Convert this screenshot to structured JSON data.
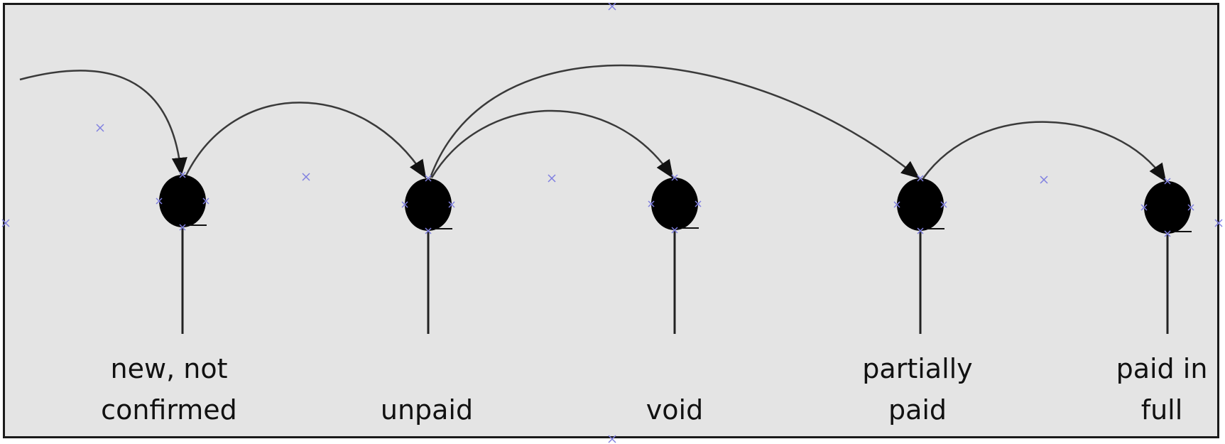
{
  "diagram": {
    "states": [
      {
        "id": "new",
        "lines": [
          "new, not",
          "confirmed"
        ]
      },
      {
        "id": "unpaid",
        "lines": [
          "unpaid"
        ]
      },
      {
        "id": "void",
        "lines": [
          "void"
        ]
      },
      {
        "id": "partially-paid",
        "lines": [
          "partially",
          "paid"
        ]
      },
      {
        "id": "paid-in-full",
        "lines": [
          "paid in",
          "full"
        ]
      }
    ],
    "transitions": [
      {
        "from": "entry",
        "to": "new"
      },
      {
        "from": "new",
        "to": "unpaid"
      },
      {
        "from": "unpaid",
        "to": "void"
      },
      {
        "from": "unpaid",
        "to": "partially-paid"
      },
      {
        "from": "partially-paid",
        "to": "paid-in-full"
      }
    ],
    "colors": {
      "background": "#e4e4e4",
      "node": "#000000",
      "edge": "#3a3a3a",
      "handle": "#8080e0"
    }
  }
}
